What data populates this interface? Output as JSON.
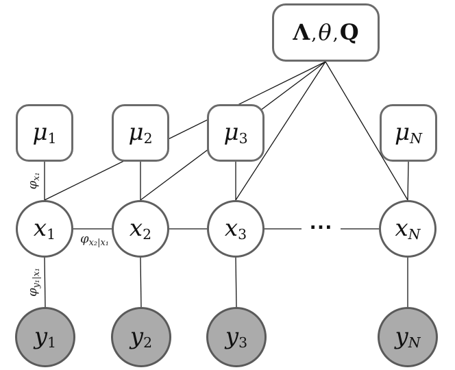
{
  "colors": {
    "background": "#ffffff",
    "node_stroke": "#6b6b6b",
    "edge_stroke": "#151515",
    "observed_fill": "#ababab",
    "text": "#111111"
  },
  "top_factor": {
    "bold_lambda": "Λ",
    "comma": ",",
    "theta": "θ",
    "bold_q": "Q"
  },
  "mu_nodes": [
    {
      "base": "μ",
      "sub": "1"
    },
    {
      "base": "μ",
      "sub": "2"
    },
    {
      "base": "μ",
      "sub": "3"
    },
    {
      "base": "μ",
      "sub": "N"
    }
  ],
  "x_nodes": [
    {
      "base": "x",
      "sub": "1"
    },
    {
      "base": "x",
      "sub": "2"
    },
    {
      "base": "x",
      "sub": "3"
    },
    {
      "base": "x",
      "sub": "N"
    }
  ],
  "y_nodes": [
    {
      "base": "y",
      "sub": "1"
    },
    {
      "base": "y",
      "sub": "2"
    },
    {
      "base": "y",
      "sub": "3"
    },
    {
      "base": "y",
      "sub": "N"
    }
  ],
  "ellipsis": "⋯",
  "edge_labels": {
    "phi_x1": {
      "base": "φ",
      "sub": "x₁"
    },
    "phi_x2_x1": {
      "base": "φ",
      "sub": "x₂|x₁"
    },
    "phi_y1_x1": {
      "base": "φ",
      "sub": "y₁|x₁"
    }
  }
}
